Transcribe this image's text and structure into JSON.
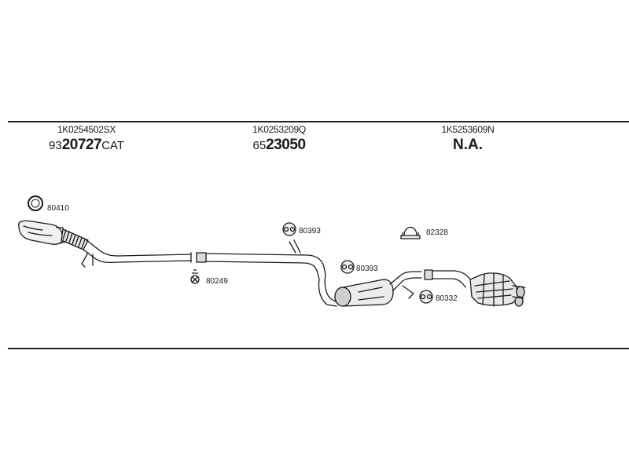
{
  "parts": [
    {
      "oe_number": "1K0254502SX",
      "code_prefix": "93",
      "code_main": "20727",
      "code_suffix": "CAT"
    },
    {
      "oe_number": "1K0253209Q",
      "code_prefix": "65",
      "code_main": "23050",
      "code_suffix": ""
    },
    {
      "oe_number": "1K5253609N",
      "code_prefix": "",
      "code_main": "N.A.",
      "code_suffix": ""
    }
  ],
  "fittings": [
    {
      "label": "80410",
      "icon": "gasket-ring-icon"
    },
    {
      "label": "80249",
      "icon": "bolt-spring-icon"
    },
    {
      "label": "80393",
      "icon": "rubber-hanger-icon"
    },
    {
      "label": "80393",
      "icon": "rubber-hanger-icon"
    },
    {
      "label": "82328",
      "icon": "u-clamp-icon"
    },
    {
      "label": "80332",
      "icon": "rubber-hanger-icon"
    }
  ]
}
